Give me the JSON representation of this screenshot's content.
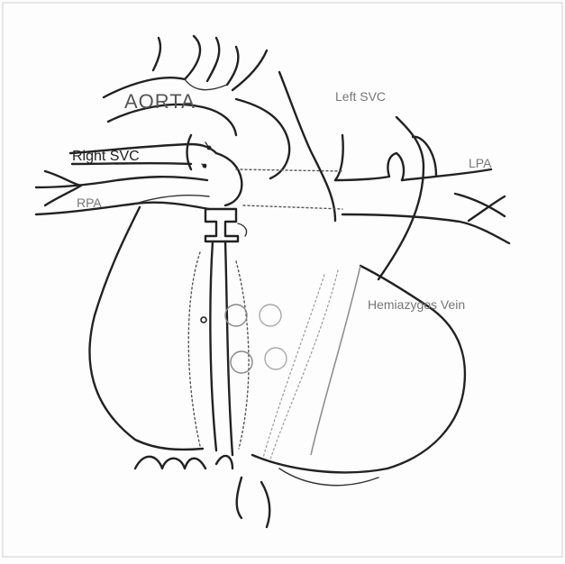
{
  "labels": {
    "aorta": "AORTA",
    "right_svc": "Right SVC",
    "left_svc": "Left SVC",
    "rpa": "RPA",
    "lpa": "LPA",
    "hemiazygos_vein": "Hemiazygos Vein"
  }
}
